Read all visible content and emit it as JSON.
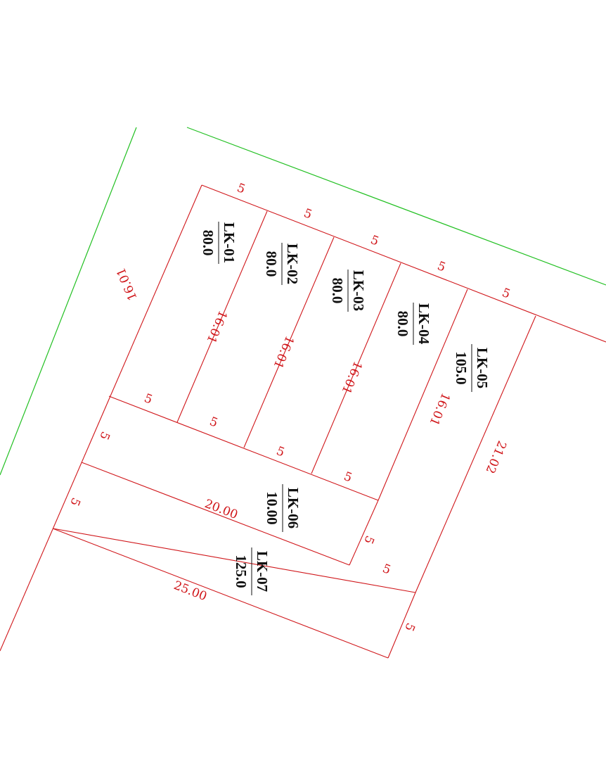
{
  "colors": {
    "boundary": "#d0161a",
    "road_line": "#22c022",
    "label": "#111111",
    "background": "#ffffff"
  },
  "lots": [
    {
      "id": "LK-01",
      "area": "80.0"
    },
    {
      "id": "LK-02",
      "area": "80.0"
    },
    {
      "id": "LK-03",
      "area": "80.0"
    },
    {
      "id": "LK-04",
      "area": "80.0"
    },
    {
      "id": "LK-05",
      "area": "105.0"
    },
    {
      "id": "LK-06",
      "area": "10.00"
    },
    {
      "id": "LK-07",
      "area": "125.0"
    }
  ],
  "dimensions": {
    "frontage": [
      "5",
      "5",
      "5",
      "5",
      "5"
    ],
    "rear_lk01_05": [
      "5",
      "5",
      "5",
      "5"
    ],
    "depth_outer_left": "16.01",
    "depth_dividers": [
      "16.01",
      "16.01",
      "16.01",
      "16.01"
    ],
    "depth_right": "21.02",
    "lk06_left": "5",
    "lk06_right": "5",
    "lk06_length": "20.00",
    "lk07_left": "5",
    "lk07_top_right": "5",
    "lk07_right": "5",
    "lk07_length": "25.00"
  }
}
